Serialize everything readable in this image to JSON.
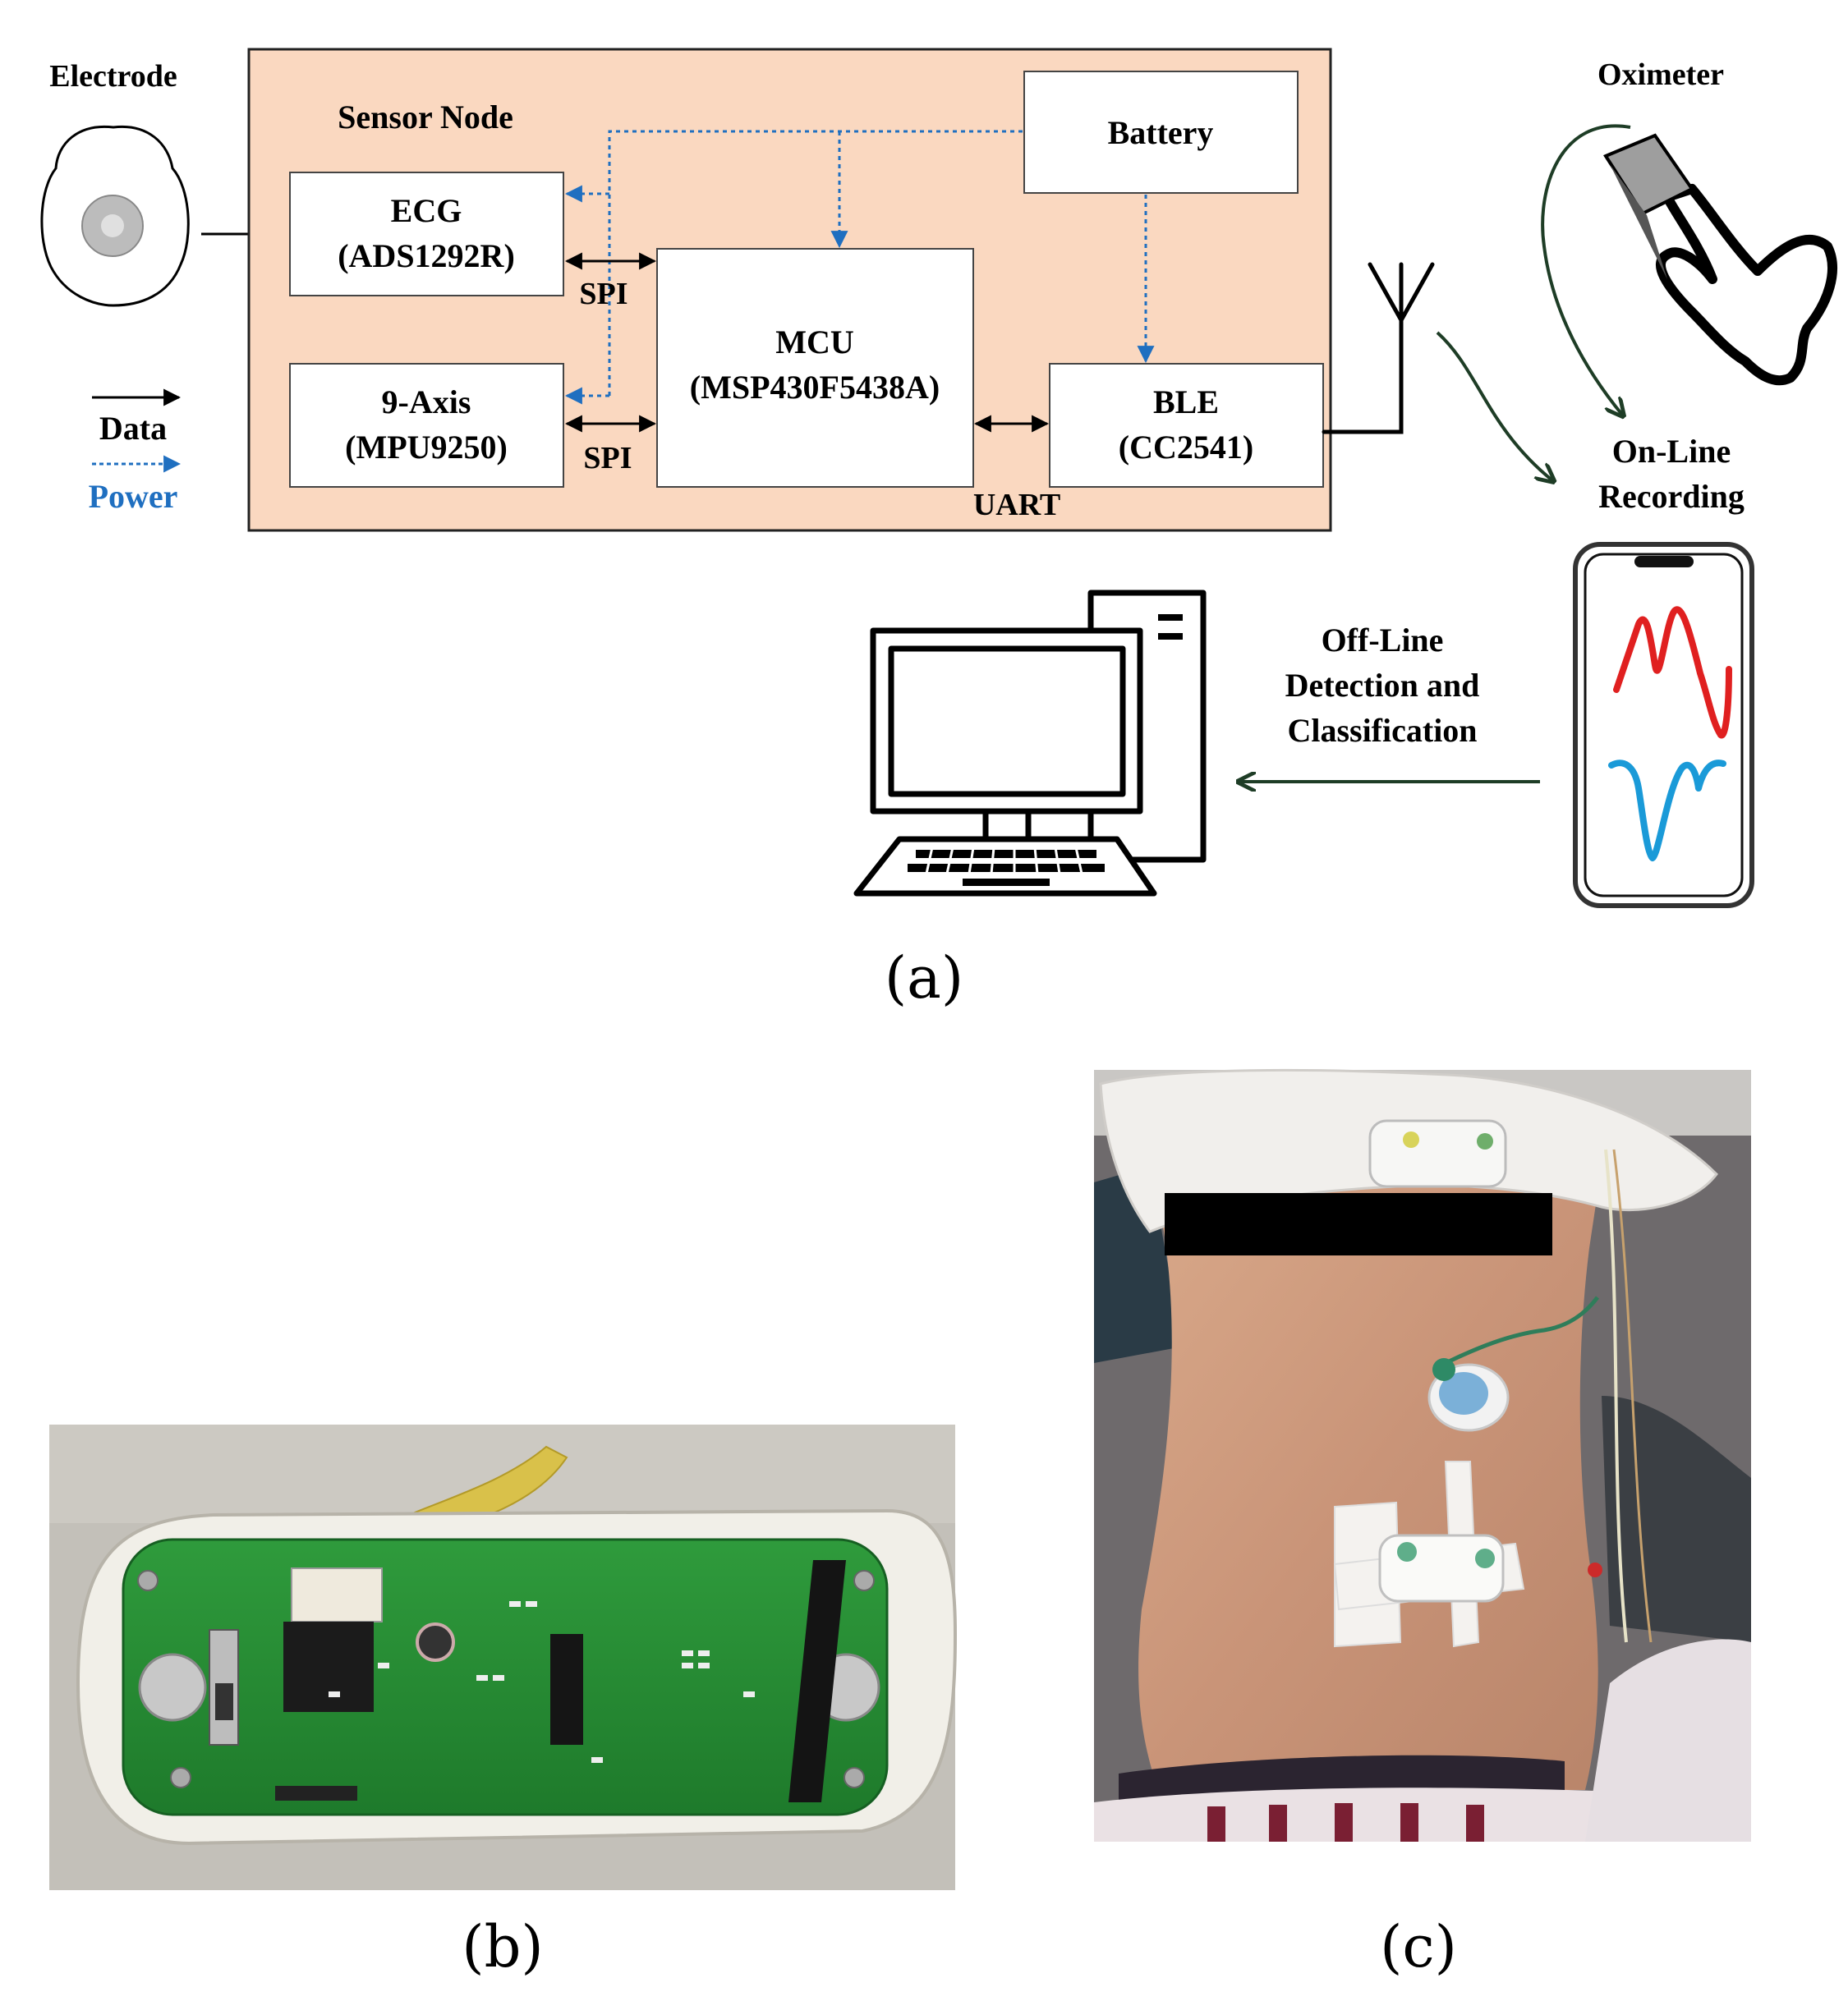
{
  "figure": {
    "panel_a": {
      "electrode_label": "Electrode",
      "sensor_node_label": "Sensor Node",
      "ecg": {
        "name": "ECG",
        "part": "(ADS1292R)"
      },
      "imu": {
        "name": "9-Axis",
        "part": "(MPU9250)"
      },
      "mcu": {
        "name": "MCU",
        "part": "(MSP430F5438A)"
      },
      "ble": {
        "name": "BLE",
        "part": "(CC2541)"
      },
      "battery": "Battery",
      "spi_top": "SPI",
      "spi_bottom": "SPI",
      "uart": "UART",
      "legend": {
        "data": "Data",
        "power": "Power"
      },
      "oximeter_label": "Oximeter",
      "online": {
        "line1": "On-Line",
        "line2": "Recording"
      },
      "offline": {
        "line1": "Off-Line",
        "line2": "Detection and",
        "line3": "Classification"
      },
      "colors": {
        "sensor_node_fill": "#fad8c0",
        "power_arrow": "#1f6fc0",
        "data_flow_arrow": "#1e3d26",
        "ecg_wave": "#e02020",
        "motion_wave": "#1a9ad8"
      },
      "caption": "(a)"
    },
    "panel_b": {
      "caption": "(b)"
    },
    "panel_c": {
      "caption": "(c)"
    }
  }
}
